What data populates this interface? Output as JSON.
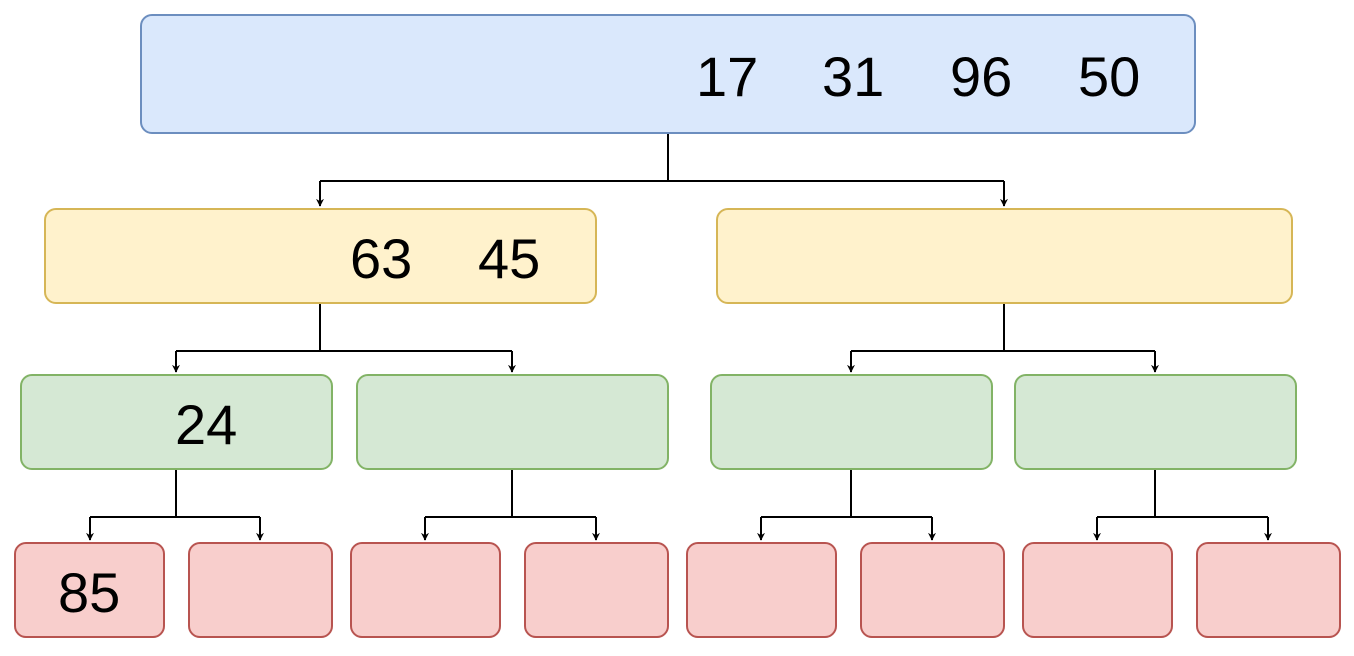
{
  "root": {
    "values": [
      "17",
      "31",
      "96",
      "50"
    ]
  },
  "level1": [
    {
      "values": [
        "63",
        "45"
      ]
    },
    {
      "values": []
    }
  ],
  "level2": [
    {
      "values": [
        "24"
      ]
    },
    {
      "values": []
    },
    {
      "values": []
    },
    {
      "values": []
    }
  ],
  "level3": [
    {
      "values": [
        "85"
      ]
    },
    {
      "values": []
    },
    {
      "values": []
    },
    {
      "values": []
    },
    {
      "values": []
    },
    {
      "values": []
    },
    {
      "values": []
    },
    {
      "values": []
    }
  ],
  "colors": {
    "root_fill": "#dae8fc",
    "root_border": "#6c8ebf",
    "level1_fill": "#fff2cc",
    "level1_border": "#d6b656",
    "level2_fill": "#d5e8d4",
    "level2_border": "#82b366",
    "level3_fill": "#f8cecc",
    "level3_border": "#b85450",
    "connector": "#000000"
  }
}
